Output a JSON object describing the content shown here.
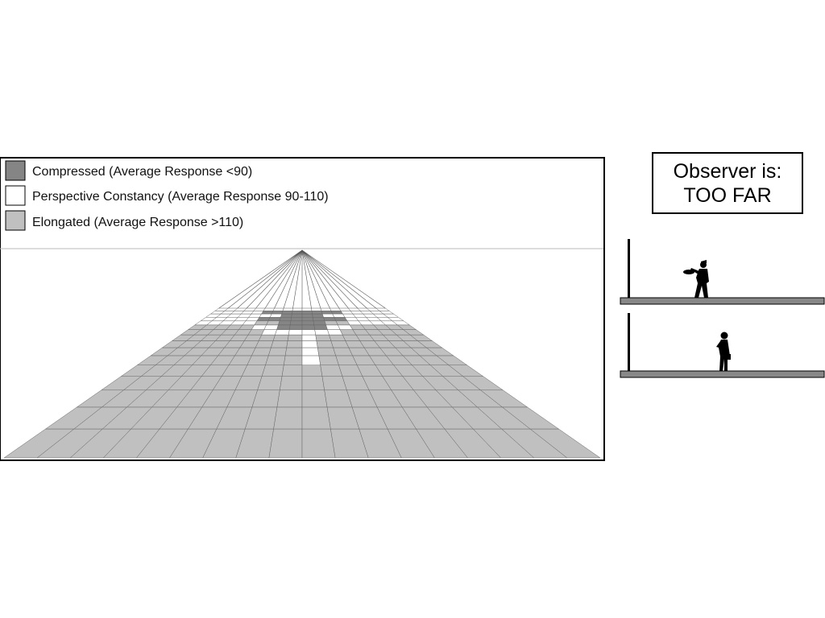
{
  "legend": {
    "items": [
      {
        "label": "Compressed (Average Response <90)",
        "color": "#858585"
      },
      {
        "label": "Perspective Constancy (Average Response 90-110)",
        "color": "#ffffff"
      },
      {
        "label": "Elongated (Average Response >110)",
        "color": "#c0c0c0"
      }
    ]
  },
  "observer": {
    "line1": "Observer is:",
    "line2": "TOO FAR"
  },
  "grid": {
    "columns": 18,
    "rows": 16,
    "categories": [
      "compressed",
      "constancy",
      "elongated"
    ],
    "cells": [
      "111111111111111111",
      "111110000000011111",
      "111111100001111111",
      "111110000000011111",
      "111112200002211111",
      "222221100001122222",
      "222222111111222222",
      "222222222122222222",
      "222222222122222222",
      "222222222122222222",
      "222222222122222222",
      "222222222222222222",
      "222222222222222222",
      "222222222222222222",
      "222222222222222222",
      "222222222222222222"
    ]
  },
  "colors": {
    "compressed": "#858585",
    "constancy": "#ffffff",
    "elongated": "#c0c0c0",
    "frame": "#000000",
    "floor": "#888888"
  }
}
